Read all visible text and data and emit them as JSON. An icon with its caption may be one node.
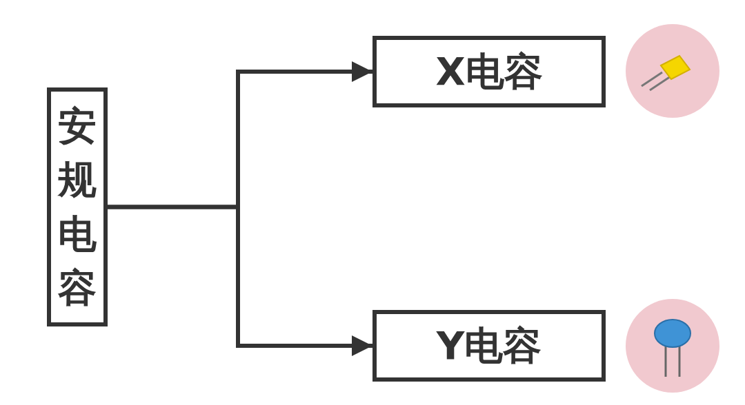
{
  "diagram": {
    "nodes": [
      {
        "text": [
          "安规电容"
        ]
      },
      {
        "text": [
          "X电容"
        ]
      },
      {
        "text": [
          "Y电容"
        ]
      }
    ],
    "edges": [
      {
        "from": 0,
        "to": 1,
        "arrow": "to"
      },
      {
        "from": 0,
        "to": 2,
        "arrow": "to"
      }
    ]
  }
}
